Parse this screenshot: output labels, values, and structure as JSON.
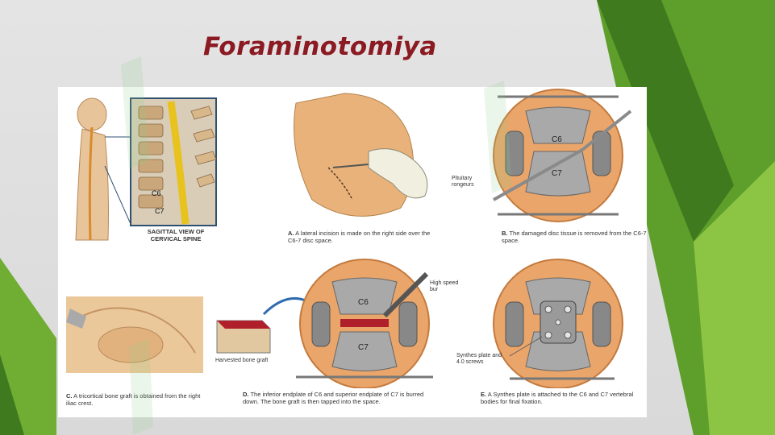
{
  "slide": {
    "title": "Foraminotomiya"
  },
  "figure": {
    "sagittal_caption": "SAGITTAL VIEW OF CERVICAL SPINE",
    "sagittal_labels": [
      "C6",
      "C7"
    ],
    "panel_a": {
      "letter": "A.",
      "caption": "A lateral incision is made on the right side over the C6-7 disc space."
    },
    "panel_b": {
      "letter": "B.",
      "caption": "The damaged disc tissue is removed from the C6-7 space.",
      "vertebrae": [
        "C6",
        "C7"
      ],
      "tool_label": "Pituitary rongeurs"
    },
    "panel_c": {
      "letter": "C.",
      "caption": "A tricortical bone graft is obtained from the right iliac crest."
    },
    "panel_d": {
      "letter": "D.",
      "caption": "The inferior endplate of C6 and superior endplate of C7 is burred down. The bone graft is then tapped into the space.",
      "vertebrae": [
        "C6",
        "C7"
      ],
      "tool_label": "High speed bur",
      "graft_label": "Harvested bone graft"
    },
    "panel_e": {
      "letter": "E.",
      "caption": "A Synthes plate is attached to the C6 and C7 vertebral bodies for final fixation.",
      "implant_label": "Synthes plate and 4.0 screws"
    }
  },
  "colors": {
    "title": "#8b1a22",
    "slide_bg": "#dcdcdc",
    "green_dark": "#3f7a1f",
    "green_mid": "#5e9e2a",
    "green_light": "#8cc444",
    "skin": "#e8b27a",
    "vertebra_gray": "#a9a9a9",
    "bone_graft_red": "#b0202a"
  }
}
